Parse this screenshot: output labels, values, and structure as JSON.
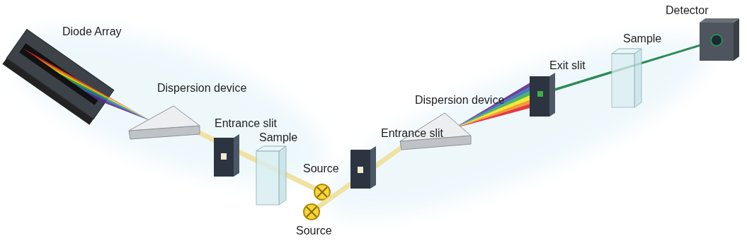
{
  "diagram": {
    "labels": [
      "Diode Array",
      "Dispersion device",
      "Entrance slit",
      "Sample",
      "Source",
      "Detector",
      "Sample",
      "Exit slit",
      "Dispersion device",
      "Entrance slit",
      "Source"
    ]
  }
}
